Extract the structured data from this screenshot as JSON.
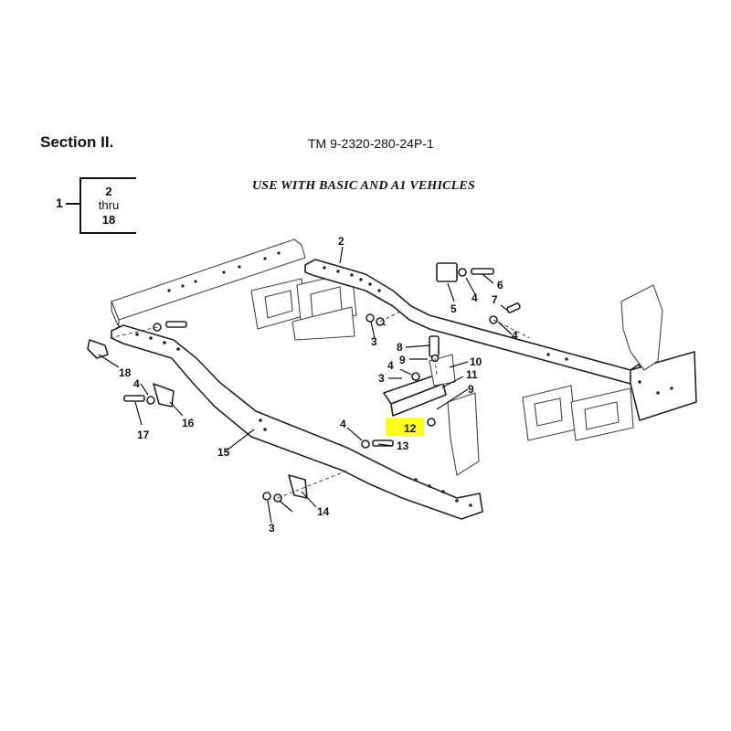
{
  "header": {
    "section": "Section II.",
    "tm_number": "TM 9-2320-280-24P-1"
  },
  "subtitle": "USE WITH BASIC AND A1 VEHICLES",
  "bracket": {
    "parent": "1",
    "child_line1": "2",
    "child_line2": "thru",
    "child_line3": "18"
  },
  "callouts": [
    "2",
    "3",
    "3",
    "3",
    "4",
    "4",
    "4",
    "4",
    "4",
    "5",
    "6",
    "7",
    "8",
    "9",
    "9",
    "10",
    "11",
    "12",
    "13",
    "14",
    "15",
    "16",
    "17",
    "18"
  ],
  "highlight": {
    "item": "12",
    "color": "#ffff1a"
  }
}
